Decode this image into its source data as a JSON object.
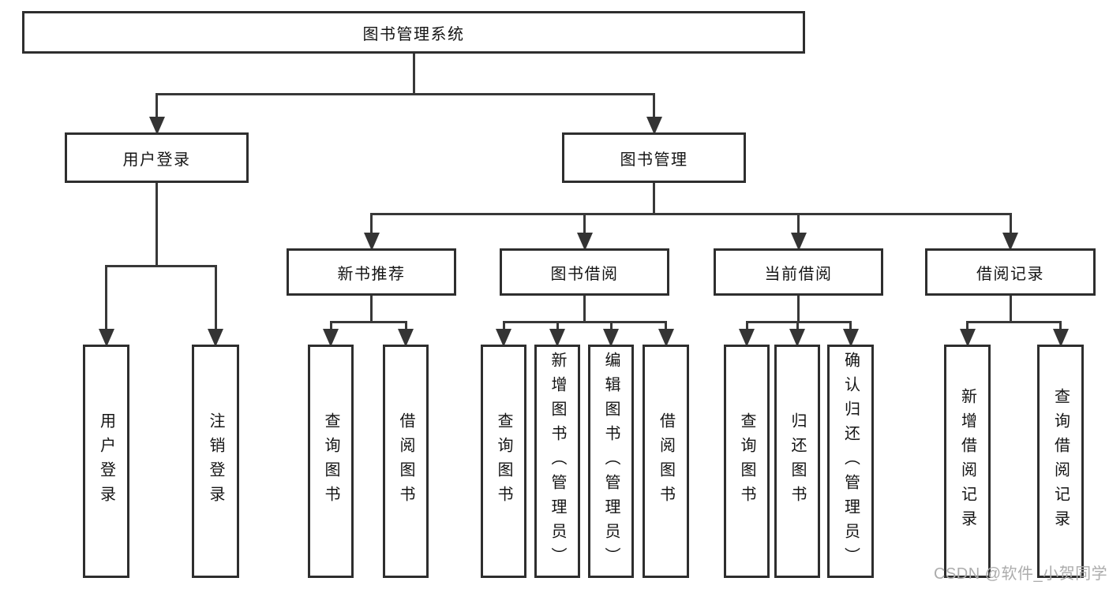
{
  "title": "图书管理系统",
  "watermark": "CSDN @软件_小贺同学",
  "colors": {
    "background": "#ffffff",
    "box_border": "#2e2e2e",
    "connector_line": "#383838",
    "arrowhead": "#343434",
    "text": "#141414",
    "watermark_text": "#acacac"
  },
  "tree": {
    "id": "root",
    "label": "图书管理系统",
    "children": [
      {
        "id": "user-login",
        "label": "用户登录",
        "children": [
          {
            "id": "leaf-user-login",
            "label": "用户登录",
            "vertical": true
          },
          {
            "id": "leaf-logout",
            "label": "注销登录",
            "vertical": true
          }
        ]
      },
      {
        "id": "book-mgmt",
        "label": "图书管理",
        "children": [
          {
            "id": "new-book-rec",
            "label": "新书推荐",
            "children": [
              {
                "id": "nbr-query",
                "label": "查询图书",
                "vertical": true
              },
              {
                "id": "nbr-borrow",
                "label": "借阅图书",
                "vertical": true
              }
            ]
          },
          {
            "id": "book-borrow",
            "label": "图书借阅",
            "children": [
              {
                "id": "bb-query",
                "label": "查询图书",
                "vertical": true
              },
              {
                "id": "bb-add",
                "label": "新增图书（管理员）",
                "vertical": true
              },
              {
                "id": "bb-edit",
                "label": "编辑图书（管理员）",
                "vertical": true
              },
              {
                "id": "bb-borrow",
                "label": "借阅图书",
                "vertical": true
              }
            ]
          },
          {
            "id": "current-borrow",
            "label": "当前借阅",
            "children": [
              {
                "id": "cb-query",
                "label": "查询图书",
                "vertical": true
              },
              {
                "id": "cb-return",
                "label": "归还图书",
                "vertical": true
              },
              {
                "id": "cb-confirm",
                "label": "确认归还（管理员）",
                "vertical": true
              }
            ]
          },
          {
            "id": "borrow-records",
            "label": "借阅记录",
            "children": [
              {
                "id": "br-add",
                "label": "新增借阅记录",
                "vertical": true
              },
              {
                "id": "br-query",
                "label": "查询借阅记录",
                "vertical": true
              }
            ]
          }
        ]
      }
    ]
  }
}
